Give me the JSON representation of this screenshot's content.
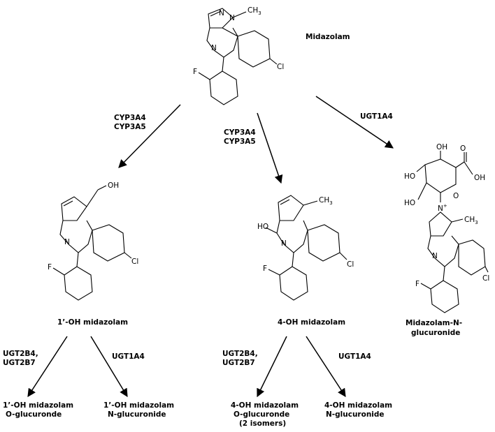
{
  "parent": {
    "name": "Midazolam",
    "atoms": {
      "ch3": "CH",
      "ch3_sub": "3",
      "cl": "Cl",
      "f": "F",
      "n_im": "N",
      "n_az": "N",
      "n_ring": "N"
    }
  },
  "enzymes": {
    "to_1oh": [
      "CYP3A4",
      "CYP3A5"
    ],
    "to_4oh": [
      "CYP3A4",
      "CYP3A5"
    ],
    "to_nglu": "UGT1A4",
    "oh1_to_oglu": [
      "UGT2B4,",
      "UGT2B7"
    ],
    "oh1_to_nglu": "UGT1A4",
    "oh4_to_oglu": [
      "UGT2B4,",
      "UGT2B7"
    ],
    "oh4_to_nglu": "UGT1A4"
  },
  "metabolites": {
    "oh1": {
      "name": "1’-OH midazolam",
      "oh": "OH",
      "cl": "Cl",
      "f": "F",
      "n": "N"
    },
    "oh4": {
      "name": "4-OH midazolam",
      "oh": "HO",
      "ch3": "CH",
      "ch3_sub": "3",
      "cl": "Cl",
      "f": "F",
      "n": "N"
    },
    "nglu": {
      "name": [
        "Midazolam-N-",
        "glucuronide"
      ],
      "ho": "HO",
      "oh": "OH",
      "o": "O",
      "cooh_o": "O",
      "nplus": "N",
      "plus": "+",
      "ch3": "CH",
      "ch3_sub": "3",
      "cl": "Cl",
      "f": "F",
      "n": "N"
    }
  },
  "products": {
    "oh1_oglu": [
      "1’-OH midazolam",
      "O-glucuronde"
    ],
    "oh1_nglu": [
      "1’-OH midazolam",
      "N-glucuronide"
    ],
    "oh4_oglu": [
      "4-OH midazolam",
      "O-glucuronde",
      "(2 isomers)"
    ],
    "oh4_nglu": [
      "4-OH midazolam",
      "N-glucuronide"
    ]
  }
}
